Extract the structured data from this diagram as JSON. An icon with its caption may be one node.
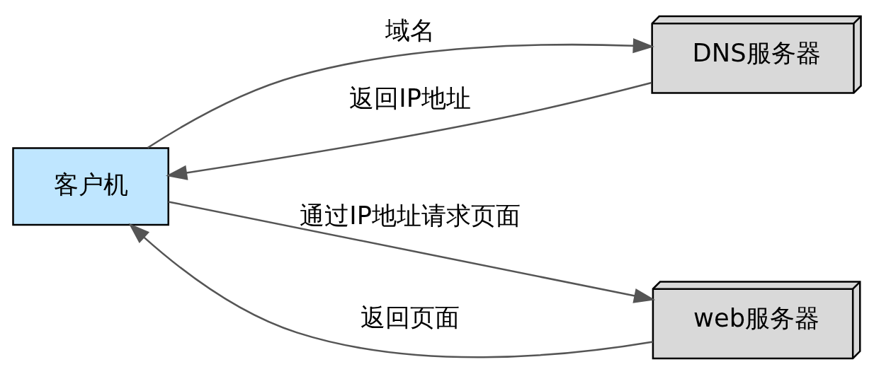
{
  "diagram": {
    "nodes": [
      {
        "text": [
          "客户机"
        ]
      },
      {
        "text": [
          "DNS服务器"
        ]
      },
      {
        "text": [
          "web服务器"
        ]
      }
    ],
    "edges": [
      {
        "from": 0,
        "to": 1,
        "arrow": "to",
        "label": "域名"
      },
      {
        "from": 1,
        "to": 0,
        "arrow": "to",
        "label": "返回IP地址"
      },
      {
        "from": 0,
        "to": 2,
        "arrow": "to",
        "label": "通过IP地址请求页面"
      },
      {
        "from": 2,
        "to": 0,
        "arrow": "to",
        "label": "返回页面"
      }
    ]
  }
}
